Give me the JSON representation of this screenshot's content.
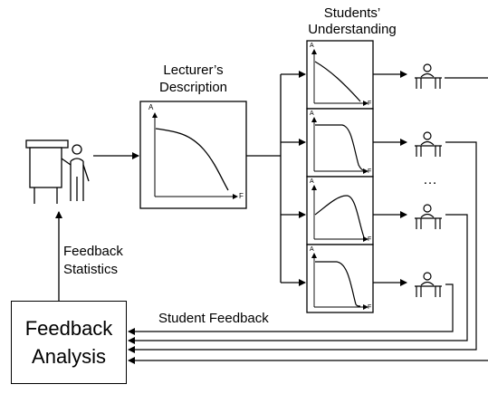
{
  "labels": {
    "students_understanding_line1": "Students’",
    "students_understanding_line2": "Understanding",
    "lecturer_description_line1": "Lecturer’s",
    "lecturer_description_line2": "Description",
    "feedback_statistics_line1": "Feedback",
    "feedback_statistics_line2": "Statistics",
    "student_feedback": "Student Feedback",
    "ellipsis": "…"
  },
  "feedback_analysis": {
    "line1": "Feedback",
    "line2": "Analysis"
  },
  "axis": {
    "y": "A",
    "x": "F"
  },
  "icons": [
    "lecturer-icon",
    "student-desk-icon"
  ]
}
